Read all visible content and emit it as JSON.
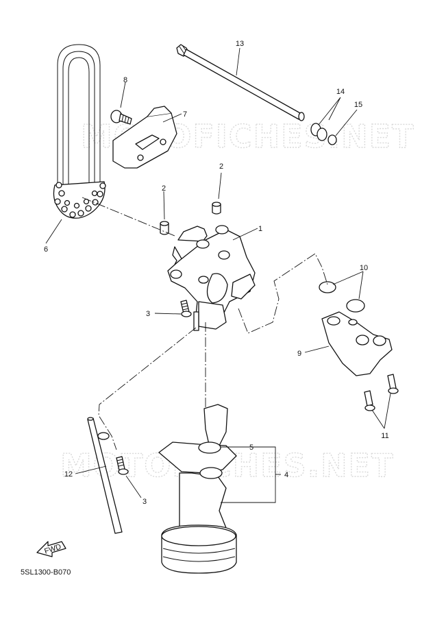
{
  "diagram": {
    "code": "5SL1300-B070",
    "watermark_text": "MOTOFICHES.NET",
    "fwd_label": "FWD",
    "callouts": {
      "c1": "1",
      "c2a": "2",
      "c2b": "2",
      "c3a": "3",
      "c3b": "3",
      "c4": "4",
      "c5": "5",
      "c6": "6",
      "c7": "7",
      "c8": "8",
      "c9": "9",
      "c10": "10",
      "c11": "11",
      "c12": "12",
      "c13": "13",
      "c14": "14",
      "c15": "15"
    }
  }
}
